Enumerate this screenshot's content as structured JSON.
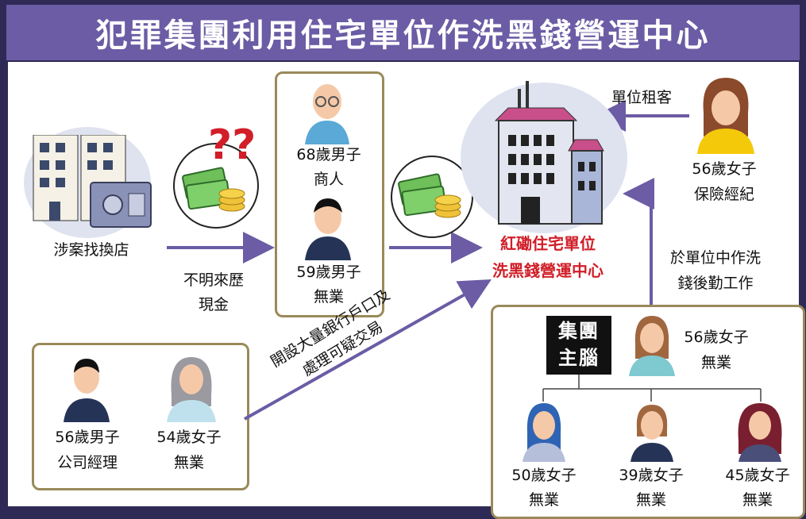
{
  "title": "犯罪集團利用住宅單位作洗黑錢營運中心",
  "nodes": {
    "shop_label": "涉案找換店",
    "cash_label_line1": "不明來歷",
    "cash_label_line2": "現金",
    "man68_line1": "68歲男子",
    "man68_line2": "商人",
    "man59_line1": "59歲男子",
    "man59_line2": "無業",
    "center_line1": "紅磡住宅單位",
    "center_line2": "洗黑錢營運中心",
    "tenant_label": "單位租客",
    "woman56a_line1": "56歲女子",
    "woman56a_line2": "保險經紀",
    "work_line1": "於單位中作洗",
    "work_line2": "錢後勤工作",
    "boss_line1": "集團",
    "boss_line2": "主腦",
    "woman56b_line1": "56歲女子",
    "woman56b_line2": "無業",
    "woman50_line1": "50歲女子",
    "woman50_line2": "無業",
    "woman39_line1": "39歲女子",
    "woman39_line2": "無業",
    "woman45_line1": "45歲女子",
    "woman45_line2": "無業",
    "man56_line1": "56歲男子",
    "man56_line2": "公司經理",
    "woman54_line1": "54歲女子",
    "woman54_line2": "無業",
    "bank_line1": "開設大量銀行戶口及",
    "bank_line2": "處理可疑交易"
  },
  "colors": {
    "header": "#6b5ca5",
    "frame": "#2f2a55",
    "arrow": "#6b5ca5",
    "highlight": "#d11e28",
    "box_border": "#9a8a5a"
  },
  "icons": [
    "building-icon",
    "safe-icon",
    "money-icon",
    "question-icon",
    "person-icon",
    "tower-icon"
  ]
}
